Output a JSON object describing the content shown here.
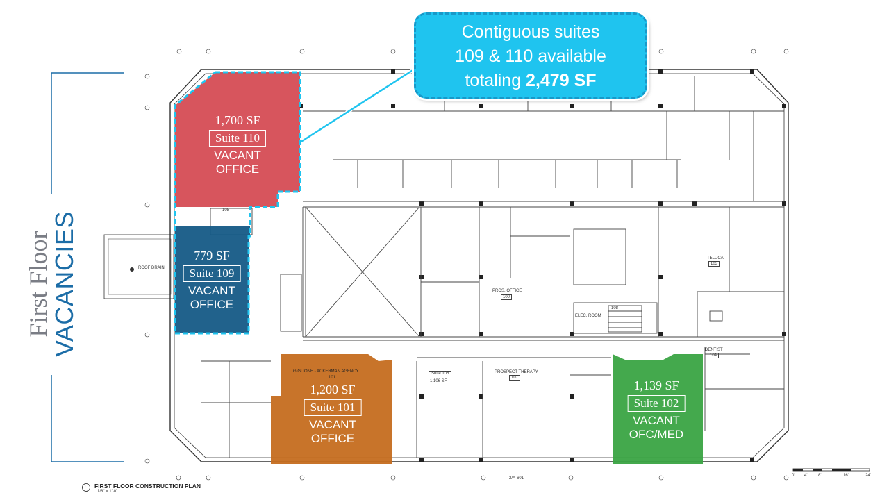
{
  "title": {
    "line1": "First Floor",
    "line2": "VACANCIES"
  },
  "callout": {
    "line1": "Contiguous suites",
    "line2": "109 & 110 available",
    "line3_prefix": "totaling ",
    "line3_bold": "2,479 SF"
  },
  "suites": [
    {
      "id": "110",
      "sf": "1,700 SF",
      "name": "Suite 110",
      "status1": "VACANT",
      "status2": "OFFICE",
      "color": "#d4474f"
    },
    {
      "id": "109",
      "sf": "779 SF",
      "name": "Suite 109",
      "status1": "VACANT",
      "status2": "OFFICE",
      "color": "#155a86"
    },
    {
      "id": "101",
      "sf": "1,200 SF",
      "name": "Suite 101",
      "status1": "VACANT",
      "status2": "OFFICE",
      "color": "#c56d1f"
    },
    {
      "id": "102",
      "sf": "1,139 SF",
      "name": "Suite 102",
      "status1": "VACANT",
      "status2": "OFC/MED",
      "color": "#3aa443"
    }
  ],
  "room_labels": {
    "giglione": "GIGLIONE - ACKERMAN AGENCY",
    "giglione_num": "101",
    "suite105": "Suite 105",
    "suite105_sf": "1,106 SF",
    "prospect": "PROSPECT THERAPY",
    "prospect_num": "107",
    "pros_office": "PROS. OFFICE",
    "pros_num": "100",
    "teluca": "TELUCA",
    "teluca_num": "103",
    "dentist": "DENTIST",
    "dentist_num": "104",
    "elec": "ELEC. ROOM",
    "roof_drain": "ROOF DRAIN",
    "stair1": "108",
    "stair2": "108"
  },
  "plan": {
    "title": "FIRST FLOOR CONSTRUCTION PLAN",
    "scale": "1/8\" = 1'-0\"",
    "ref": "1",
    "sheet_ref": "2/A-601",
    "scale_bar": [
      "0'",
      "4'",
      "8'",
      "16'",
      "24'"
    ]
  }
}
